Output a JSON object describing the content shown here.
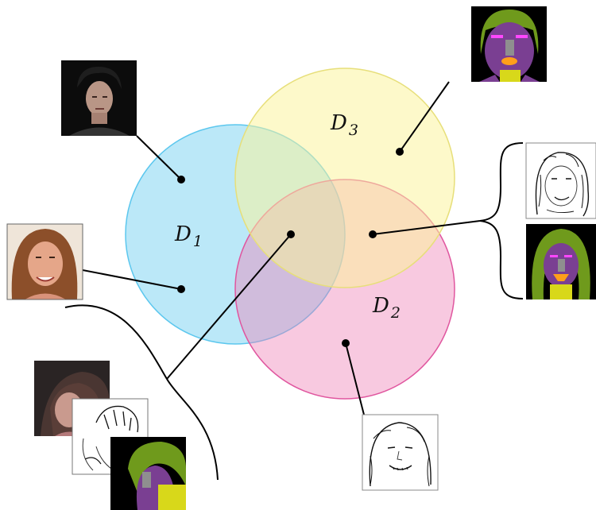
{
  "sets": [
    {
      "id": "D1",
      "base": "D",
      "sub": "1",
      "color": "#5cc7ee"
    },
    {
      "id": "D2",
      "base": "D",
      "sub": "2",
      "color": "#ef7fb6"
    },
    {
      "id": "D3",
      "base": "D",
      "sub": "3",
      "color": "#fbf39a"
    }
  ],
  "thumbnails": [
    {
      "name": "photo-dark-hair-man",
      "kind": "photo"
    },
    {
      "name": "parsing-mask-woman-top-right",
      "kind": "segmentation-mask"
    },
    {
      "name": "photo-smiling-woman",
      "kind": "photo"
    },
    {
      "name": "sketch-woman-right",
      "kind": "sketch"
    },
    {
      "name": "parsing-mask-woman-right",
      "kind": "segmentation-mask"
    },
    {
      "name": "sketch-woman-bottom",
      "kind": "sketch"
    },
    {
      "name": "stack-photo",
      "kind": "photo"
    },
    {
      "name": "stack-sketch",
      "kind": "sketch"
    },
    {
      "name": "stack-parsing-mask",
      "kind": "segmentation-mask"
    }
  ],
  "colors": {
    "mask_hair": "#6f9a1c",
    "mask_skin": "#7a3f92",
    "mask_nose": "#8f8f8f",
    "mask_lips": "#ff9f1a",
    "mask_brows": "#ff47ff",
    "mask_neck": "#d8d81a",
    "mask_bg": "#000000"
  }
}
